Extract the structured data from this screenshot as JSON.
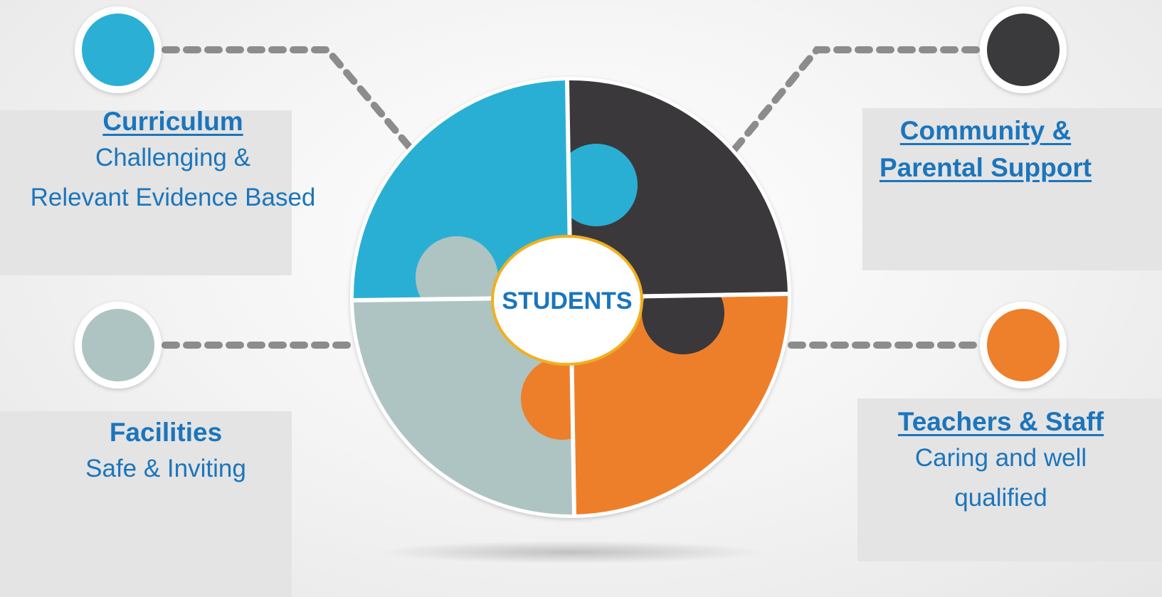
{
  "center": {
    "label": "STUDENTS"
  },
  "pillars": [
    {
      "key": "curriculum",
      "title": "Curriculum",
      "description": "Challenging &\nRelevant Evidence Based",
      "color": "#2bafd4"
    },
    {
      "key": "community",
      "title": "Community &\nParental Support",
      "description": "",
      "color": "#3a393b"
    },
    {
      "key": "facilities",
      "title": "Facilities",
      "description": "Safe & Inviting",
      "color": "#aec4c2"
    },
    {
      "key": "teachers",
      "title": "Teachers & Staff",
      "description": "Caring and well\nqualified",
      "color": "#ee7f2b"
    }
  ],
  "colors": {
    "text": "#1b75bc",
    "center_ring": "#f0b020",
    "connector": "#8c8c8c",
    "panel": "#e4e4e4"
  }
}
